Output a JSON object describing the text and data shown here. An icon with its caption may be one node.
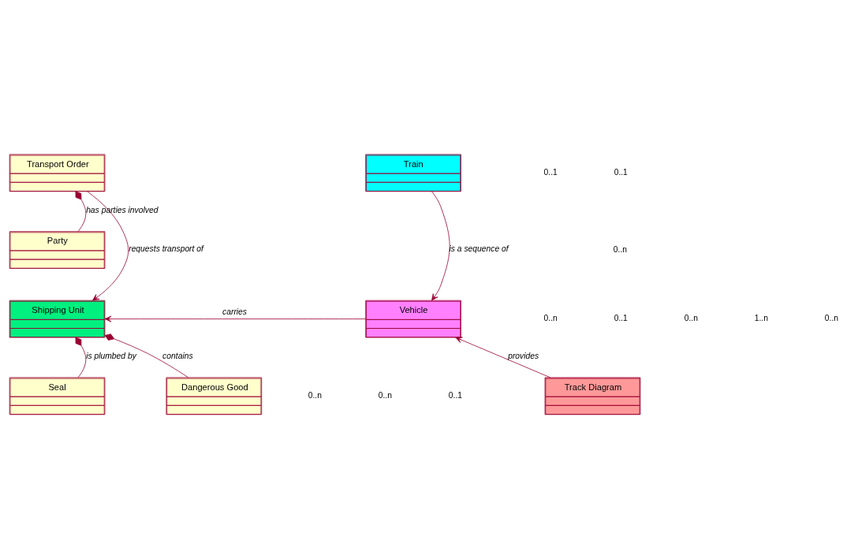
{
  "diagram": {
    "nodes": [
      {
        "text": [
          "Transport Order"
        ]
      },
      {
        "text": [
          "Train"
        ]
      },
      {
        "text": [
          "Party"
        ]
      },
      {
        "text": [
          "Shipping Unit"
        ]
      },
      {
        "text": [
          "Vehicle"
        ]
      },
      {
        "text": [
          "Seal"
        ]
      },
      {
        "text": [
          "Dangerous Good"
        ]
      },
      {
        "text": [
          "Track Diagram"
        ]
      }
    ],
    "edges": [
      {
        "from": 2,
        "to": 0,
        "arrow": "other",
        "label": "has parties involved"
      },
      {
        "from": 0,
        "to": 3,
        "arrow": "to",
        "label": "requests transport of"
      },
      {
        "from": 1,
        "to": 4,
        "arrow": "to",
        "label": "is a sequence of"
      },
      {
        "from": 4,
        "to": 3,
        "arrow": "to",
        "label": "carries"
      },
      {
        "from": 5,
        "to": 3,
        "arrow": "other",
        "label": "is plumbed by"
      },
      {
        "from": 6,
        "to": 3,
        "arrow": "other",
        "label": "contains"
      },
      {
        "from": 7,
        "to": 4,
        "arrow": "to",
        "label": "provides"
      }
    ],
    "labels": [
      "0..1",
      "0..1",
      "0..n",
      "0..n",
      "1..n",
      "0..n",
      "0..1",
      "0..n",
      "0..n",
      "0..1",
      "0..n"
    ]
  }
}
